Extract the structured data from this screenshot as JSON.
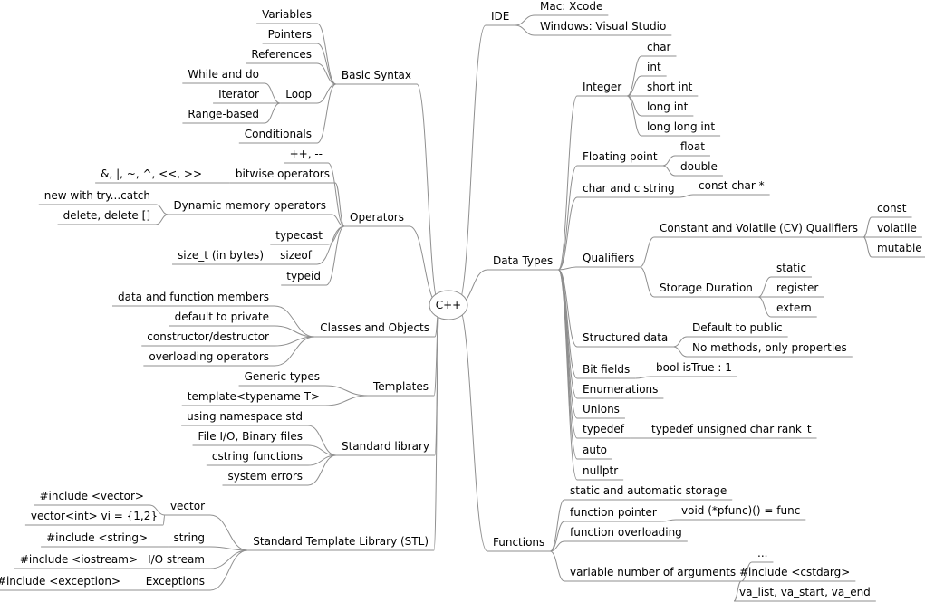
{
  "root": "C++",
  "left": [
    {
      "label": "Basic Syntax",
      "children": [
        {
          "label": "Variables"
        },
        {
          "label": "Pointers"
        },
        {
          "label": "References"
        },
        {
          "label": "Loop",
          "children": [
            {
              "label": "While and do"
            },
            {
              "label": "Iterator"
            },
            {
              "label": "Range-based"
            }
          ]
        },
        {
          "label": "Conditionals"
        }
      ]
    },
    {
      "label": "Operators",
      "children": [
        {
          "label": "++, --"
        },
        {
          "label": "bitwise operators",
          "children": [
            {
              "label": "&, |, ~, ^, <<, >>"
            }
          ]
        },
        {
          "label": "Dynamic memory operators",
          "children": [
            {
              "label": "new with try...catch"
            },
            {
              "label": "delete, delete []"
            }
          ]
        },
        {
          "label": "typecast"
        },
        {
          "label": "sizeof",
          "children": [
            {
              "label": "size_t (in bytes)"
            }
          ]
        },
        {
          "label": "typeid"
        }
      ]
    },
    {
      "label": "Classes and Objects",
      "children": [
        {
          "label": "data and function members"
        },
        {
          "label": "default to private"
        },
        {
          "label": "constructor/destructor"
        },
        {
          "label": "overloading operators"
        }
      ]
    },
    {
      "label": "Templates",
      "children": [
        {
          "label": "Generic types"
        },
        {
          "label": "template<typename T>"
        }
      ]
    },
    {
      "label": "Standard library",
      "children": [
        {
          "label": "using namespace std"
        },
        {
          "label": "File I/O, Binary files"
        },
        {
          "label": "cstring functions"
        },
        {
          "label": "system errors"
        }
      ]
    },
    {
      "label": "Standard Template Library (STL)",
      "children": [
        {
          "label": "vector",
          "children": [
            {
              "label": "#include <vector>"
            },
            {
              "label": "vector<int> vi = {1,2}"
            }
          ]
        },
        {
          "label": "string",
          "children": [
            {
              "label": "#include <string>"
            }
          ]
        },
        {
          "label": "I/O stream",
          "children": [
            {
              "label": "#include <iostream>"
            }
          ]
        },
        {
          "label": "Exceptions",
          "children": [
            {
              "label": "#include <exception>"
            }
          ]
        }
      ]
    }
  ],
  "right": [
    {
      "label": "IDE",
      "children": [
        {
          "label": "Mac: Xcode"
        },
        {
          "label": "Windows: Visual Studio"
        }
      ]
    },
    {
      "label": "Data Types",
      "children": [
        {
          "label": "Integer",
          "children": [
            {
              "label": "char"
            },
            {
              "label": "int"
            },
            {
              "label": "short int"
            },
            {
              "label": "long int"
            },
            {
              "label": "long long int"
            }
          ]
        },
        {
          "label": "Floating point",
          "children": [
            {
              "label": "float"
            },
            {
              "label": "double"
            }
          ]
        },
        {
          "label": "char and c string",
          "children": [
            {
              "label": "const char *"
            }
          ]
        },
        {
          "label": "Qualifiers",
          "children": [
            {
              "label": "Constant and Volatile (CV) Qualifiers",
              "children": [
                {
                  "label": "const"
                },
                {
                  "label": "volatile"
                },
                {
                  "label": "mutable"
                }
              ]
            },
            {
              "label": "Storage Duration",
              "children": [
                {
                  "label": "static"
                },
                {
                  "label": "register"
                },
                {
                  "label": "extern"
                }
              ]
            }
          ]
        },
        {
          "label": "Structured data",
          "children": [
            {
              "label": "Default to public"
            },
            {
              "label": "No methods, only properties"
            }
          ]
        },
        {
          "label": "Bit fields",
          "children": [
            {
              "label": "bool isTrue : 1"
            }
          ]
        },
        {
          "label": "Enumerations"
        },
        {
          "label": "Unions"
        },
        {
          "label": "typedef",
          "children": [
            {
              "label": "typedef unsigned char rank_t"
            }
          ]
        },
        {
          "label": "auto"
        },
        {
          "label": "nullptr"
        }
      ]
    },
    {
      "label": "Functions",
      "children": [
        {
          "label": "static and automatic storage"
        },
        {
          "label": "function pointer",
          "children": [
            {
              "label": "void (*pfunc)() = func"
            }
          ]
        },
        {
          "label": "function overloading"
        },
        {
          "label": "variable number of arguments",
          "children": [
            {
              "label": "..."
            },
            {
              "label": "#include <cstdarg>"
            },
            {
              "label": "va_list, va_start, va_end"
            }
          ]
        }
      ]
    }
  ]
}
